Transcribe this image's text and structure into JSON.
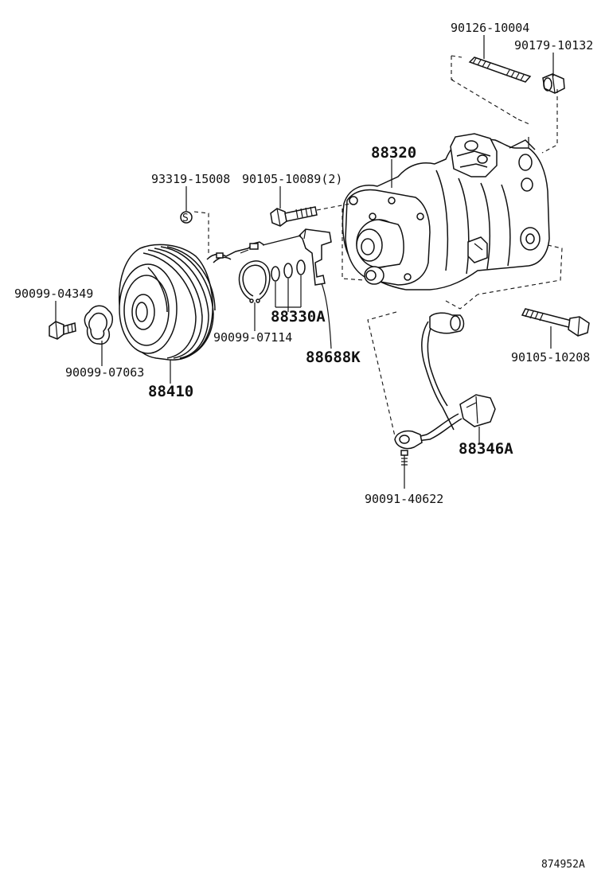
{
  "diagram": {
    "callouts": {
      "p90126_10004": "90126-10004",
      "p90179_10132": "90179-10132",
      "p88320": "88320",
      "p93319_15008": "93319-15008",
      "p90105_10089": "90105-10089(2)",
      "p90099_04349": "90099-04349",
      "p90099_07114": "90099-07114",
      "p88330A": "88330A",
      "p88688K": "88688K",
      "p90105_10208": "90105-10208",
      "p90099_07063": "90099-07063",
      "p88410": "88410",
      "p88346A": "88346A",
      "p90091_40622": "90091-40622"
    },
    "washer_symbol": "S",
    "figure_id": "874952A"
  }
}
